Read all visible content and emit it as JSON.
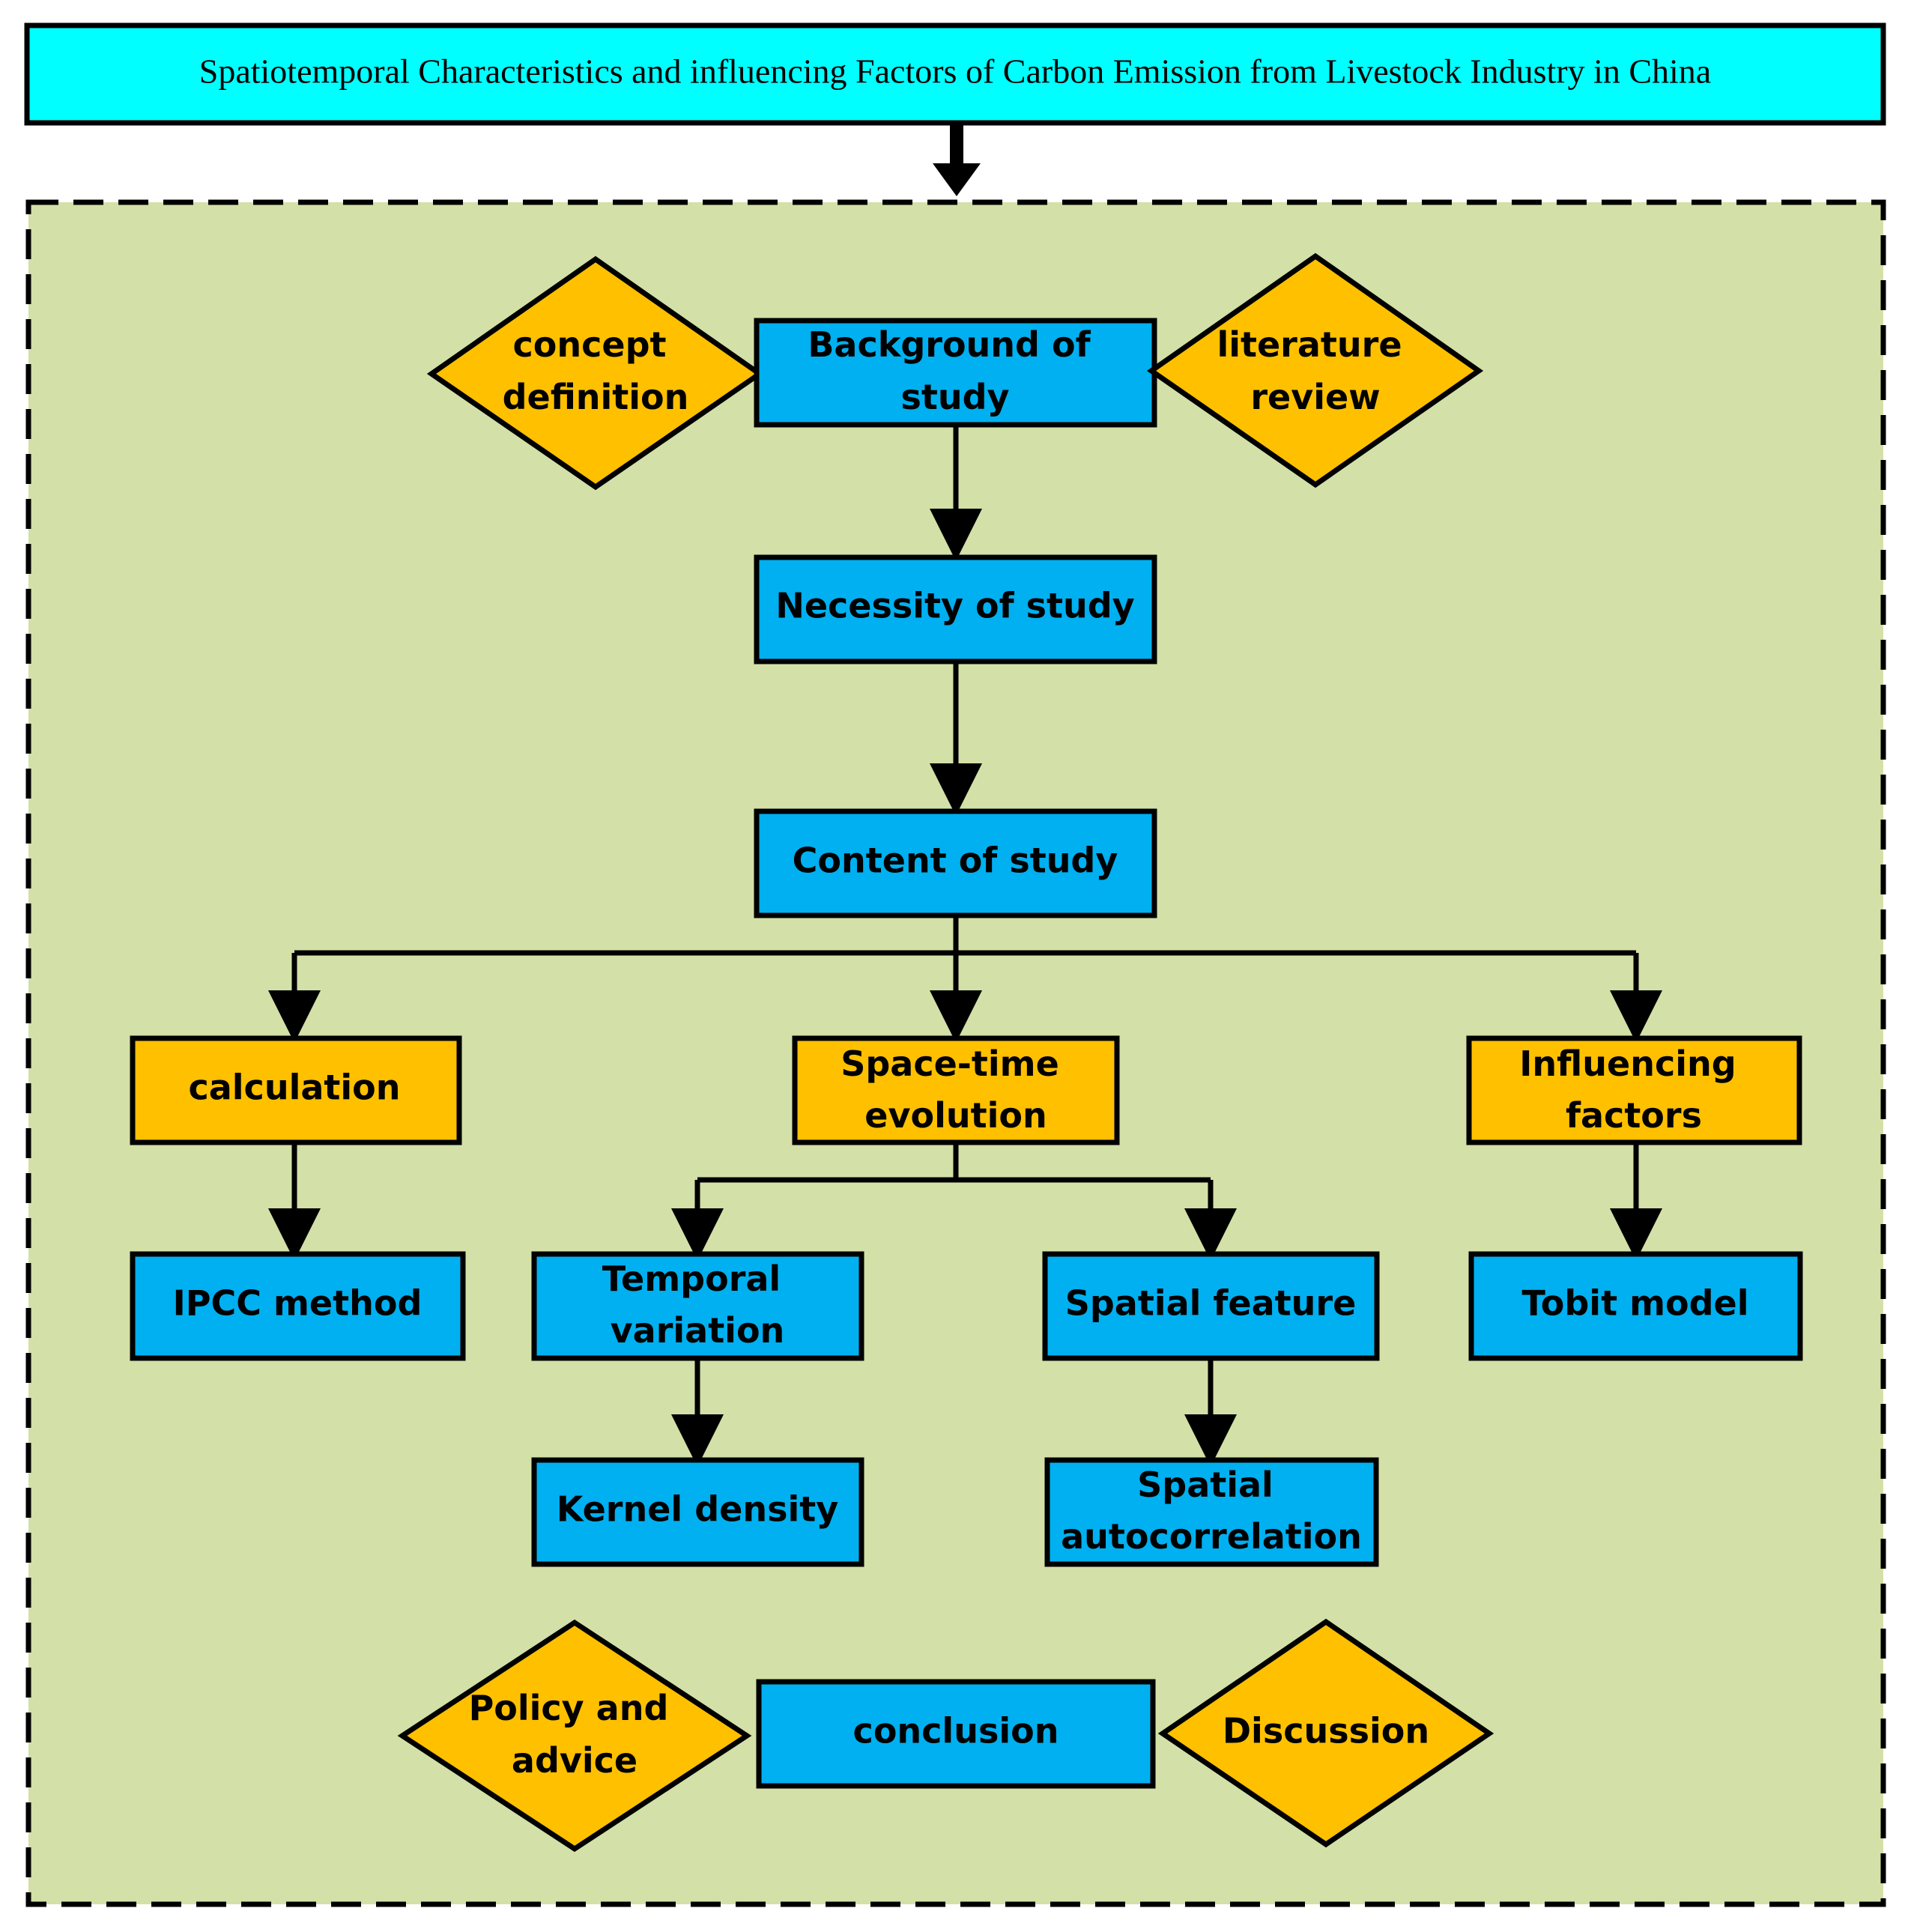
{
  "title": "Spatiotemporal Characteristics and influencing Factors of Carbon Emission from Livestock Industry in China",
  "colors": {
    "title_fill": "#00FFFF",
    "panel_fill": "#D3E0A7",
    "box_blue": "#00B0F0",
    "box_orange": "#FFC000",
    "stroke": "#000000"
  },
  "nodes": {
    "background": [
      "Background of",
      "study"
    ],
    "concept": [
      "concept",
      "definition"
    ],
    "literature": [
      "literature",
      "review"
    ],
    "necessity": [
      "Necessity of study"
    ],
    "content": [
      "Content of study"
    ],
    "calculation": [
      "calculation"
    ],
    "spacetime": [
      "Space-time",
      "evolution"
    ],
    "influencing": [
      "Influencing",
      "factors"
    ],
    "ipcc": [
      "IPCC method"
    ],
    "temporal": [
      "Temporal",
      "variation"
    ],
    "spatial_feature": [
      "Spatial feature"
    ],
    "tobit": [
      "Tobit model"
    ],
    "kernel": [
      "Kernel density"
    ],
    "autocorr": [
      "Spatial",
      "autocorrelation"
    ],
    "policy": [
      "Policy and",
      "advice"
    ],
    "conclusion": [
      "conclusion"
    ],
    "discussion": [
      "Discussion"
    ]
  }
}
